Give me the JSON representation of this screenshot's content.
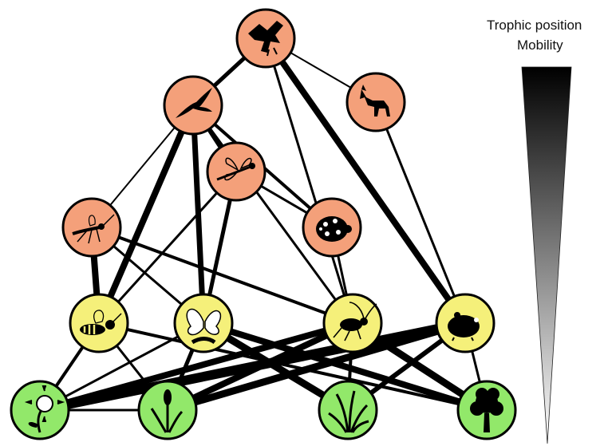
{
  "legend": {
    "line1": "Trophic position",
    "line2": "Mobility"
  },
  "colors": {
    "predator_fill": "#f4a07a",
    "consumer_fill": "#f5f07a",
    "plant_fill": "#92e86a",
    "node_stroke": "#000000",
    "edge": "#000000",
    "wedge_dark": "#000000",
    "wedge_light": "#ffffff"
  },
  "nodes": [
    {
      "id": "eagle",
      "icon": "eagle-icon",
      "level": "top-predator"
    },
    {
      "id": "swallow",
      "icon": "swallow-icon",
      "level": "predator"
    },
    {
      "id": "fox",
      "icon": "fox-icon",
      "level": "predator"
    },
    {
      "id": "dragonfly",
      "icon": "dragonfly-icon",
      "level": "predator"
    },
    {
      "id": "mosquito",
      "icon": "mosquito-icon",
      "level": "predator"
    },
    {
      "id": "ladybug",
      "icon": "ladybug-icon",
      "level": "predator"
    },
    {
      "id": "wasp",
      "icon": "wasp-icon",
      "level": "consumer"
    },
    {
      "id": "butterfly",
      "icon": "butterfly-icon",
      "level": "consumer"
    },
    {
      "id": "cricket",
      "icon": "cricket-icon",
      "level": "consumer"
    },
    {
      "id": "rodent",
      "icon": "rodent-icon",
      "level": "consumer"
    },
    {
      "id": "flower",
      "icon": "flower-icon",
      "level": "plant"
    },
    {
      "id": "cattail",
      "icon": "cattail-icon",
      "level": "plant"
    },
    {
      "id": "grass",
      "icon": "grass-icon",
      "level": "plant"
    },
    {
      "id": "tree",
      "icon": "tree-icon",
      "level": "plant"
    }
  ],
  "edges": [
    [
      "eagle",
      "swallow",
      5
    ],
    [
      "eagle",
      "fox",
      2
    ],
    [
      "eagle",
      "rodent",
      8
    ],
    [
      "eagle",
      "cricket",
      3
    ],
    [
      "swallow",
      "dragonfly",
      5
    ],
    [
      "swallow",
      "ladybug",
      4
    ],
    [
      "swallow",
      "mosquito",
      2
    ],
    [
      "swallow",
      "wasp",
      8
    ],
    [
      "swallow",
      "butterfly",
      7
    ],
    [
      "swallow",
      "cricket",
      3
    ],
    [
      "fox",
      "rodent",
      3
    ],
    [
      "dragonfly",
      "butterfly",
      5
    ],
    [
      "dragonfly",
      "wasp",
      3
    ],
    [
      "dragonfly",
      "ladybug",
      3
    ],
    [
      "mosquito",
      "wasp",
      8
    ],
    [
      "mosquito",
      "butterfly",
      3
    ],
    [
      "mosquito",
      "cricket",
      4
    ],
    [
      "ladybug",
      "cricket",
      3
    ],
    [
      "wasp",
      "flower",
      4
    ],
    [
      "wasp",
      "cattail",
      3
    ],
    [
      "wasp",
      "tree",
      4
    ],
    [
      "butterfly",
      "flower",
      3
    ],
    [
      "butterfly",
      "cattail",
      5
    ],
    [
      "butterfly",
      "grass",
      9
    ],
    [
      "butterfly",
      "tree",
      8
    ],
    [
      "cricket",
      "flower",
      8
    ],
    [
      "cricket",
      "cattail",
      8
    ],
    [
      "cricket",
      "grass",
      4
    ],
    [
      "cricket",
      "tree",
      9
    ],
    [
      "rodent",
      "flower",
      12
    ],
    [
      "rodent",
      "cattail",
      9
    ],
    [
      "rodent",
      "grass",
      6
    ],
    [
      "rodent",
      "tree",
      3
    ],
    [
      "flower",
      "cattail",
      3
    ]
  ]
}
